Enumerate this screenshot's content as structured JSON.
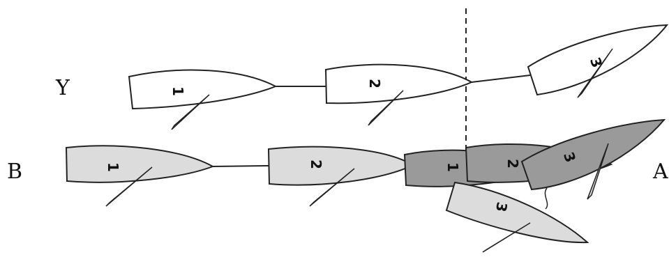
{
  "labels": {
    "team_y": "Y",
    "team_b": "B",
    "team_a": "A"
  },
  "boat_numbers": {
    "one": "1",
    "two": "2",
    "three": "3"
  },
  "colors": {
    "team_y_fill": "#ffffff",
    "team_b_fill": "#dcdcdc",
    "team_a_fill": "#9a9a9a",
    "outline": "#222222"
  }
}
